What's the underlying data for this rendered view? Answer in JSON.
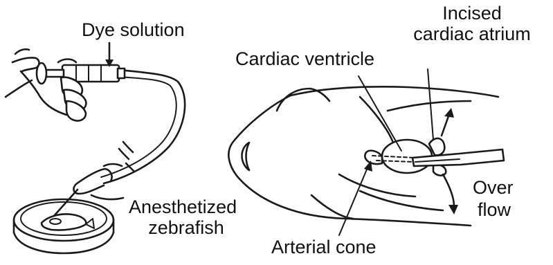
{
  "labels": {
    "dye_solution": "Dye solution",
    "incised_atrium_line1": "Incised",
    "incised_atrium_line2": "cardiac atrium",
    "cardiac_ventricle": "Cardiac ventricle",
    "anesthetized_line1": "Anesthetized",
    "anesthetized_line2": "zebrafish",
    "overflow_line1": "Over",
    "overflow_line2": "flow",
    "arterial_cone": "Arterial cone"
  },
  "colors": {
    "ink": "#1a1a1a",
    "background": "#ffffff"
  }
}
